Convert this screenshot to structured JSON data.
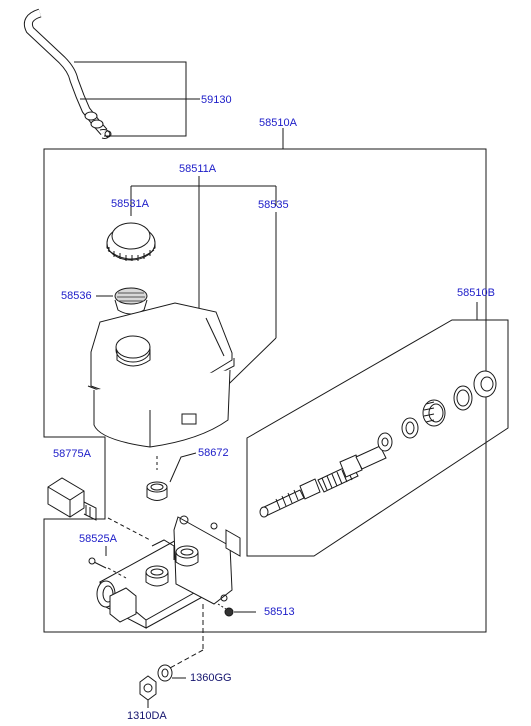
{
  "diagram": {
    "colors": {
      "line": "#1a1a1a",
      "label_blue": "#1c1cc8",
      "label_dark": "#14146e",
      "part_fill": "#ffffff",
      "shade": "#cfcfcf"
    },
    "labels": {
      "p59130": "59130",
      "p58510A": "58510A",
      "p58511A": "58511A",
      "p58531A": "58531A",
      "p58535": "58535",
      "p58536": "58536",
      "p58510B": "58510B",
      "p58775A": "58775A",
      "p58672": "58672",
      "p58525A": "58525A",
      "p58513": "58513",
      "p1360GG": "1360GG",
      "p1310DA": "1310DA"
    },
    "parts": [
      {
        "id": "59130",
        "name": "hose"
      },
      {
        "id": "58510A",
        "name": "master cylinder assembly"
      },
      {
        "id": "58511A",
        "name": "reservoir"
      },
      {
        "id": "58531A",
        "name": "reservoir cap"
      },
      {
        "id": "58535",
        "name": "reservoir seal"
      },
      {
        "id": "58536",
        "name": "strainer"
      },
      {
        "id": "58510B",
        "name": "piston kit"
      },
      {
        "id": "58775A",
        "name": "valve"
      },
      {
        "id": "58672",
        "name": "grommet"
      },
      {
        "id": "58525A",
        "name": "screw"
      },
      {
        "id": "58513",
        "name": "plug"
      },
      {
        "id": "1360GG",
        "name": "washer"
      },
      {
        "id": "1310DA",
        "name": "nut"
      }
    ]
  }
}
